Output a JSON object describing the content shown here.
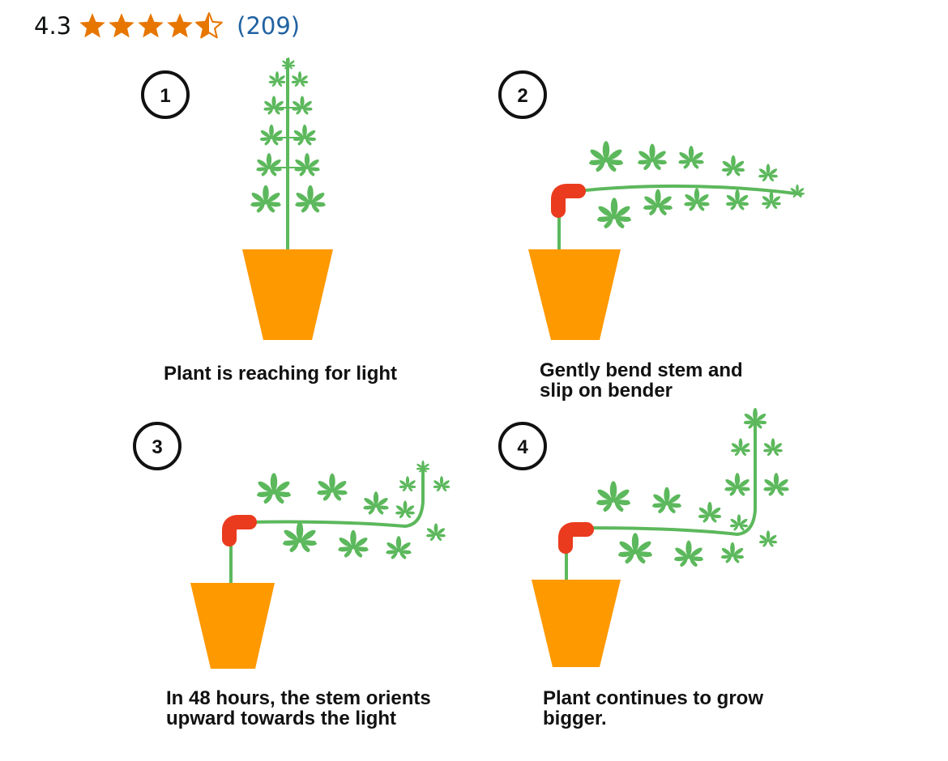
{
  "rating": {
    "value": "4.3",
    "count": "(209)",
    "stars": [
      1,
      1,
      1,
      1,
      0.5
    ],
    "star_color": "#e77600"
  },
  "steps": [
    {
      "number": "1",
      "caption_lines": [
        "Plant is reaching for light"
      ]
    },
    {
      "number": "2",
      "caption_lines": [
        "Gently bend stem and",
        "slip on bender"
      ]
    },
    {
      "number": "3",
      "caption_lines": [
        "In 48 hours, the stem orients",
        "upward towards the light"
      ]
    },
    {
      "number": "4",
      "caption_lines": [
        "Plant continues to grow",
        "bigger."
      ]
    }
  ],
  "colors": {
    "pot": "#ff9900",
    "leaf": "#5cb85c",
    "stem": "#5cb85c",
    "bender": "#ea3b1e",
    "text": "#111111"
  }
}
